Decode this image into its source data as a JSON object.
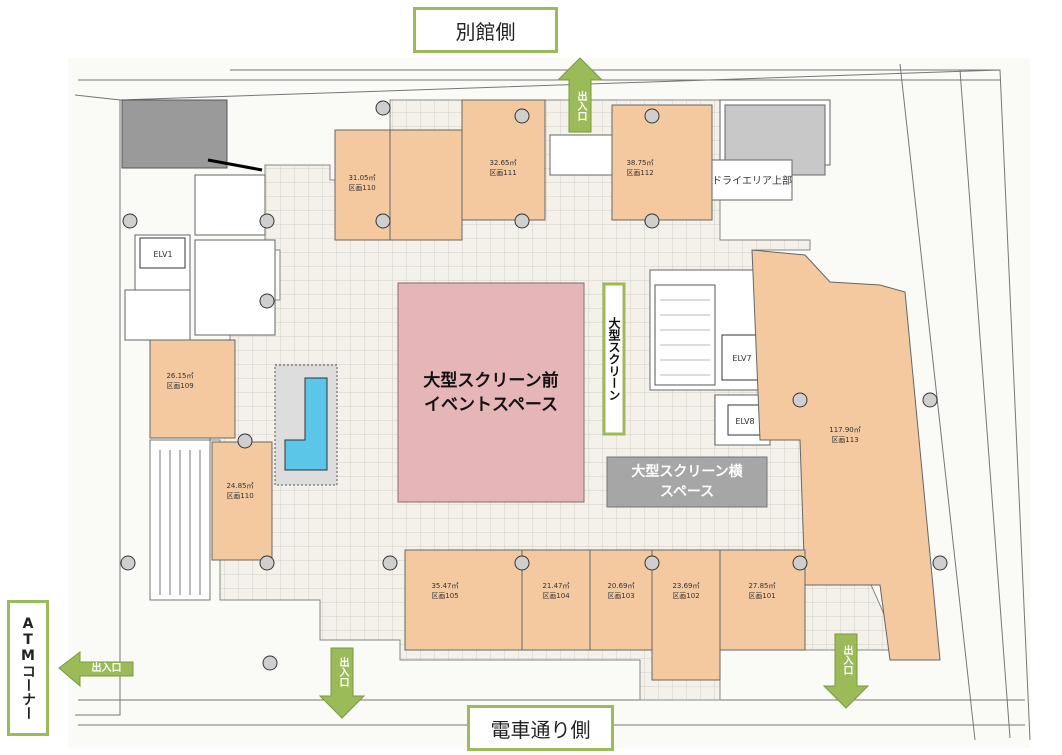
{
  "labels": {
    "annex_side": "別館側",
    "train_street_side": "電車通り側",
    "atm_corner": "ATMコーナー",
    "entrance": "出入口",
    "big_screen_front_line1": "大型スクリーン前",
    "big_screen_front_line2": "イベントスペース",
    "big_screen": "大型スクリーン",
    "big_screen_side_line1": "大型スクリーン横",
    "big_screen_side_line2": "スペース",
    "dry_area": "ドライエリア上部",
    "elevator_1": "ELV1",
    "elevator_7": "ELV7",
    "elevator_8": "ELV8"
  },
  "units": [
    {
      "area": "31.05㎡",
      "id": "区画110"
    },
    {
      "area": "32.65㎡",
      "id": "区画111"
    },
    {
      "area": "38.75㎡",
      "id": "区画112"
    },
    {
      "area": "26.15㎡",
      "id": "区画109"
    },
    {
      "area": "24.85㎡",
      "id": "区画110"
    },
    {
      "area": "117.90㎡",
      "id": "区画113"
    },
    {
      "area": "35.47㎡",
      "id": "区画105"
    },
    {
      "area": "21.47㎡",
      "id": "区画104"
    },
    {
      "area": "20.69㎡",
      "id": "区画103"
    },
    {
      "area": "23.69㎡",
      "id": "区画102"
    },
    {
      "area": "27.85㎡",
      "id": "区画101"
    }
  ],
  "colors": {
    "unit_fill": "#f4c9a0",
    "event_space": "#e6b5b8",
    "green_accent": "#9bbb59",
    "gray_box": "#a6a6a6",
    "water": "#5bc6e8",
    "floor_tile": "#f3f1ea"
  }
}
